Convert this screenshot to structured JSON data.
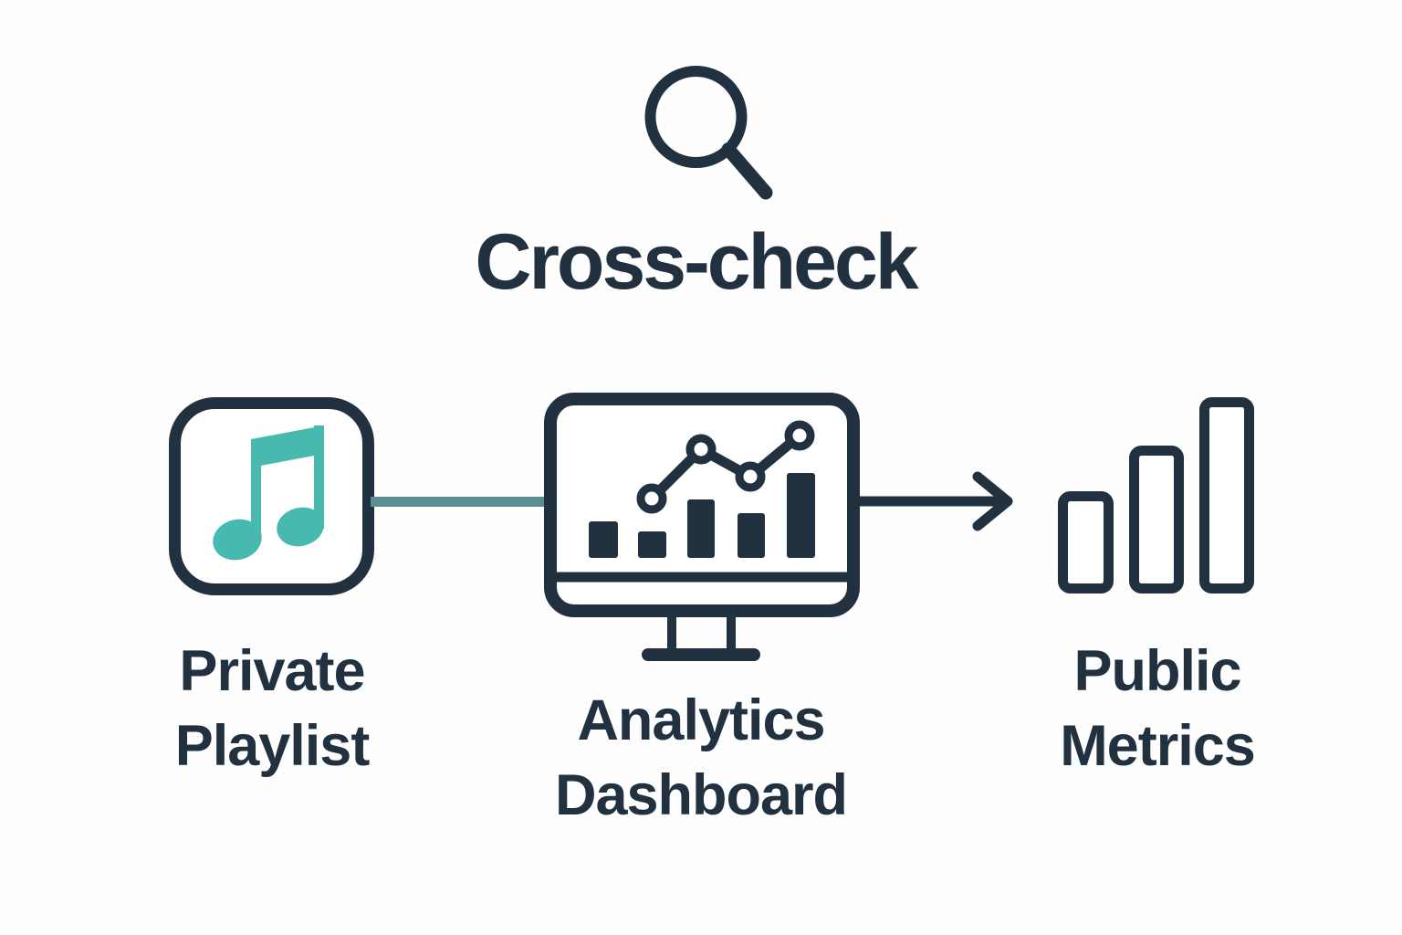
{
  "title": "Cross-check",
  "header_icon": "magnifying-glass",
  "flow": {
    "nodes": [
      {
        "name": "private-playlist",
        "icon": "music-note-in-rounded-square",
        "lines": [
          "Private",
          "Playlist"
        ]
      },
      {
        "name": "analytics-dashboard",
        "icon": "monitor-with-bar-and-line-chart",
        "lines": [
          "Analytics",
          "Dashboard"
        ]
      },
      {
        "name": "public-metrics",
        "icon": "outlined-ascending-bar-chart",
        "lines": [
          "Public",
          "Metrics"
        ]
      }
    ],
    "connectors": [
      {
        "from": "private-playlist",
        "to": "analytics-dashboard",
        "style": "plain-line",
        "color": "#5b8d91"
      },
      {
        "from": "analytics-dashboard",
        "to": "public-metrics",
        "style": "arrow",
        "color": "#223140"
      }
    ]
  },
  "colors": {
    "ink": "#223140",
    "teal_note": "#47b9ae",
    "connector_teal": "#5b8d91",
    "background": "#fefefe"
  }
}
